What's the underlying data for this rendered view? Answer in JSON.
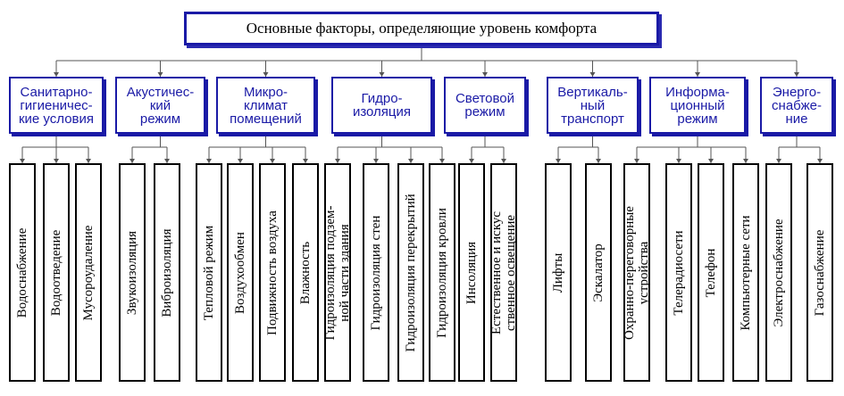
{
  "title": "Основные факторы, определяющие уровень комфорта",
  "categories": [
    {
      "label": "Санитарно-\nгигиеничес-\nкие условия",
      "items": [
        "Водоснабжение",
        "Водоотведение",
        "Мусороудаление"
      ]
    },
    {
      "label": "Акустичес-\nкий\nрежим",
      "items": [
        "Звукоизоляция",
        "Виброизоляция"
      ]
    },
    {
      "label": "Микро-\nклимат\nпомещений",
      "items": [
        "Тепловой режим",
        "Воздухообмен",
        "Подвижность воздуха",
        "Влажность"
      ]
    },
    {
      "label": "Гидро-\nизоляция",
      "items": [
        "Гидроизоляция подзем-\nной части здания",
        "Гидроизоляция стен",
        "Гидроизоляция перекрытий",
        "Гидроизоляция кровли"
      ]
    },
    {
      "label": "Световой\nрежим",
      "items": [
        "Инсоляция",
        "Естественное и искус\nственное освещение"
      ]
    },
    {
      "label": "Вертикаль-\nный\nтранспорт",
      "items": [
        "Лифты",
        "Эскалатор"
      ]
    },
    {
      "label": "Информа-\nционный\nрежим",
      "items": [
        "Охранно-переговорные\nустройства",
        "Телерадиосети",
        "Телефон",
        "Компьютерные сети"
      ]
    },
    {
      "label": "Энерго-\nснабже-\nние",
      "items": [
        "Электроснабжение",
        "Газоснабжение"
      ]
    }
  ]
}
